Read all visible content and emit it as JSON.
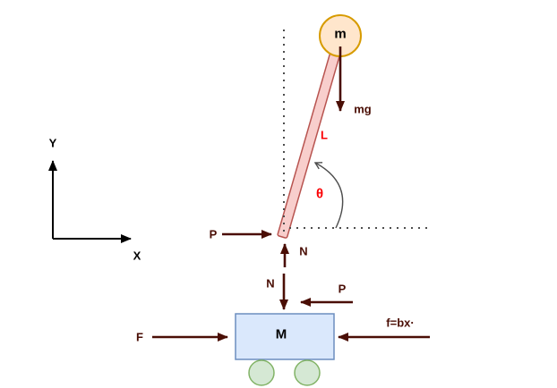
{
  "colors": {
    "force_arrow": "#4a0e05",
    "dimension_label": "#fb0205",
    "plain_label": "#000000",
    "axis": "#000000",
    "guide_dotted": "#4d4d4d",
    "rod_fill": "#f8cecc",
    "rod_stroke": "#b85450",
    "ball_fill": "#ffe6cc",
    "ball_stroke": "#d79b00",
    "cart_fill": "#dae8fc",
    "cart_stroke": "#6c8ebf",
    "wheel_fill": "#d5e8d4",
    "wheel_stroke": "#82b366"
  },
  "axes": {
    "y_label": "Y",
    "x_label": "X"
  },
  "pendulum": {
    "mass_label": "m",
    "weight_label": "mg",
    "length_label": "L",
    "angle_label": "θ"
  },
  "pivot_forces": {
    "horizontal_label": "P",
    "normal_label": "N"
  },
  "cart": {
    "mass_label": "M",
    "normal_label": "N",
    "reaction_label": "P",
    "applied_force_label": "F",
    "friction_label": "f=bx·"
  }
}
